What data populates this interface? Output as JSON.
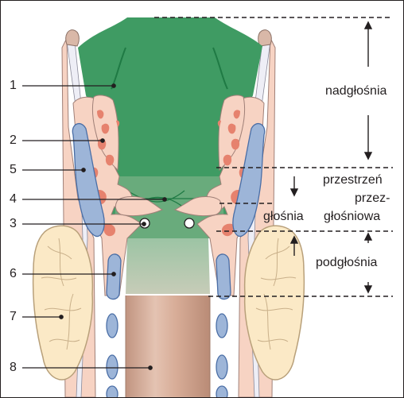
{
  "labels": {
    "n1": "1",
    "n2": "2",
    "n3": "3",
    "n4": "4",
    "n5": "5",
    "n6": "6",
    "n7": "7",
    "n8": "8"
  },
  "regions": {
    "supraglottis": "nadgłośnia",
    "glottis": "głośnia",
    "subglottis": "podgłośnia",
    "preepi_1": "przestrzeń",
    "preepi_2": "przez-",
    "preepi_3": "głośniowa"
  },
  "colors": {
    "green": "#3f9b63",
    "green_dark": "#1f7a44",
    "skin": "#f7d3c3",
    "skin_line": "#a08078",
    "cartilage": "#eeeef6",
    "blue": "#9db5d8",
    "blue_line": "#4a6ea6",
    "red": "#e6826e",
    "thyroid": "#fbe9c6",
    "thyroid_line": "#b8a07a",
    "tube": "#c9a08a"
  }
}
